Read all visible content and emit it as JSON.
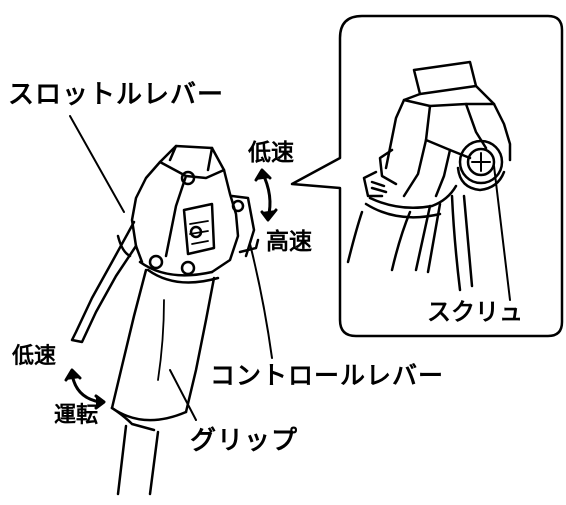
{
  "labels": {
    "throttle_lever": "スロットルレバー",
    "low_speed_top": "低速",
    "high_speed": "高速",
    "screw": "スクリュ",
    "control_lever": "コントロールレバー",
    "low_speed_left": "低速",
    "run": "運転",
    "grip": "グリップ"
  },
  "colors": {
    "line": "#000000",
    "background": "#ffffff"
  },
  "icons": {
    "speed_arrow_top": "double-arrow-icon",
    "speed_arrow_left": "curved-double-arrow-icon"
  }
}
